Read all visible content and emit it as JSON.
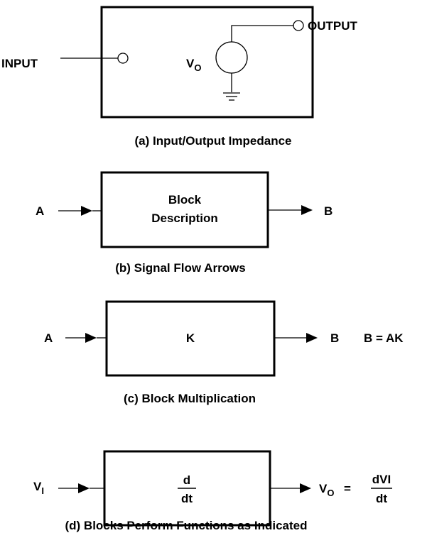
{
  "a": {
    "input_label": "INPUT",
    "output_label": "OUTPUT",
    "vo_main": "V",
    "vo_sub": "O",
    "caption": "(a) Input/Output Impedance"
  },
  "b": {
    "input_label": "A",
    "block_line1": "Block",
    "block_line2": "Description",
    "output_label": "B",
    "caption": "(b) Signal Flow Arrows"
  },
  "c": {
    "input_label": "A",
    "block_label": "K",
    "output_label": "B",
    "equation": "B = AK",
    "caption": "(c) Block Multiplication"
  },
  "d": {
    "input_main": "V",
    "input_sub": "I",
    "block_num": "d",
    "block_den": "dt",
    "output_main": "V",
    "output_sub": "O",
    "output_eq": "=",
    "frac_num": "dVI",
    "frac_den": "dt",
    "caption": "(d) Blocks Perform Functions as Indicated"
  }
}
